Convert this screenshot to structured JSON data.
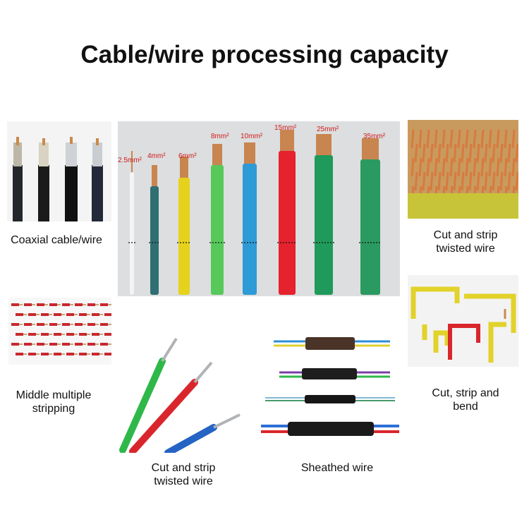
{
  "title": "Cable/wire processing capacity",
  "captions": {
    "coaxial": "Coaxial cable/wire",
    "cut_strip_right": "Cut and strip twisted wire",
    "middle": "Middle multiple stripping",
    "cut_strip_bottom": "Cut and strip twisted wire",
    "sheathed": "Sheathed wire",
    "cut_strip_bend": "Cut, strip and bend"
  },
  "wire_sizes": [
    "2.5mm²",
    "4mm²",
    "6mm²",
    "8mm²",
    "10mm²",
    "15mm²",
    "25mm²",
    "35mm²"
  ],
  "wire_colors": [
    "#f4f4f4",
    "#2f6f73",
    "#e6d21c",
    "#57c95a",
    "#2e9ad6",
    "#e5222e",
    "#1f9a5a",
    "#2a9a60"
  ]
}
